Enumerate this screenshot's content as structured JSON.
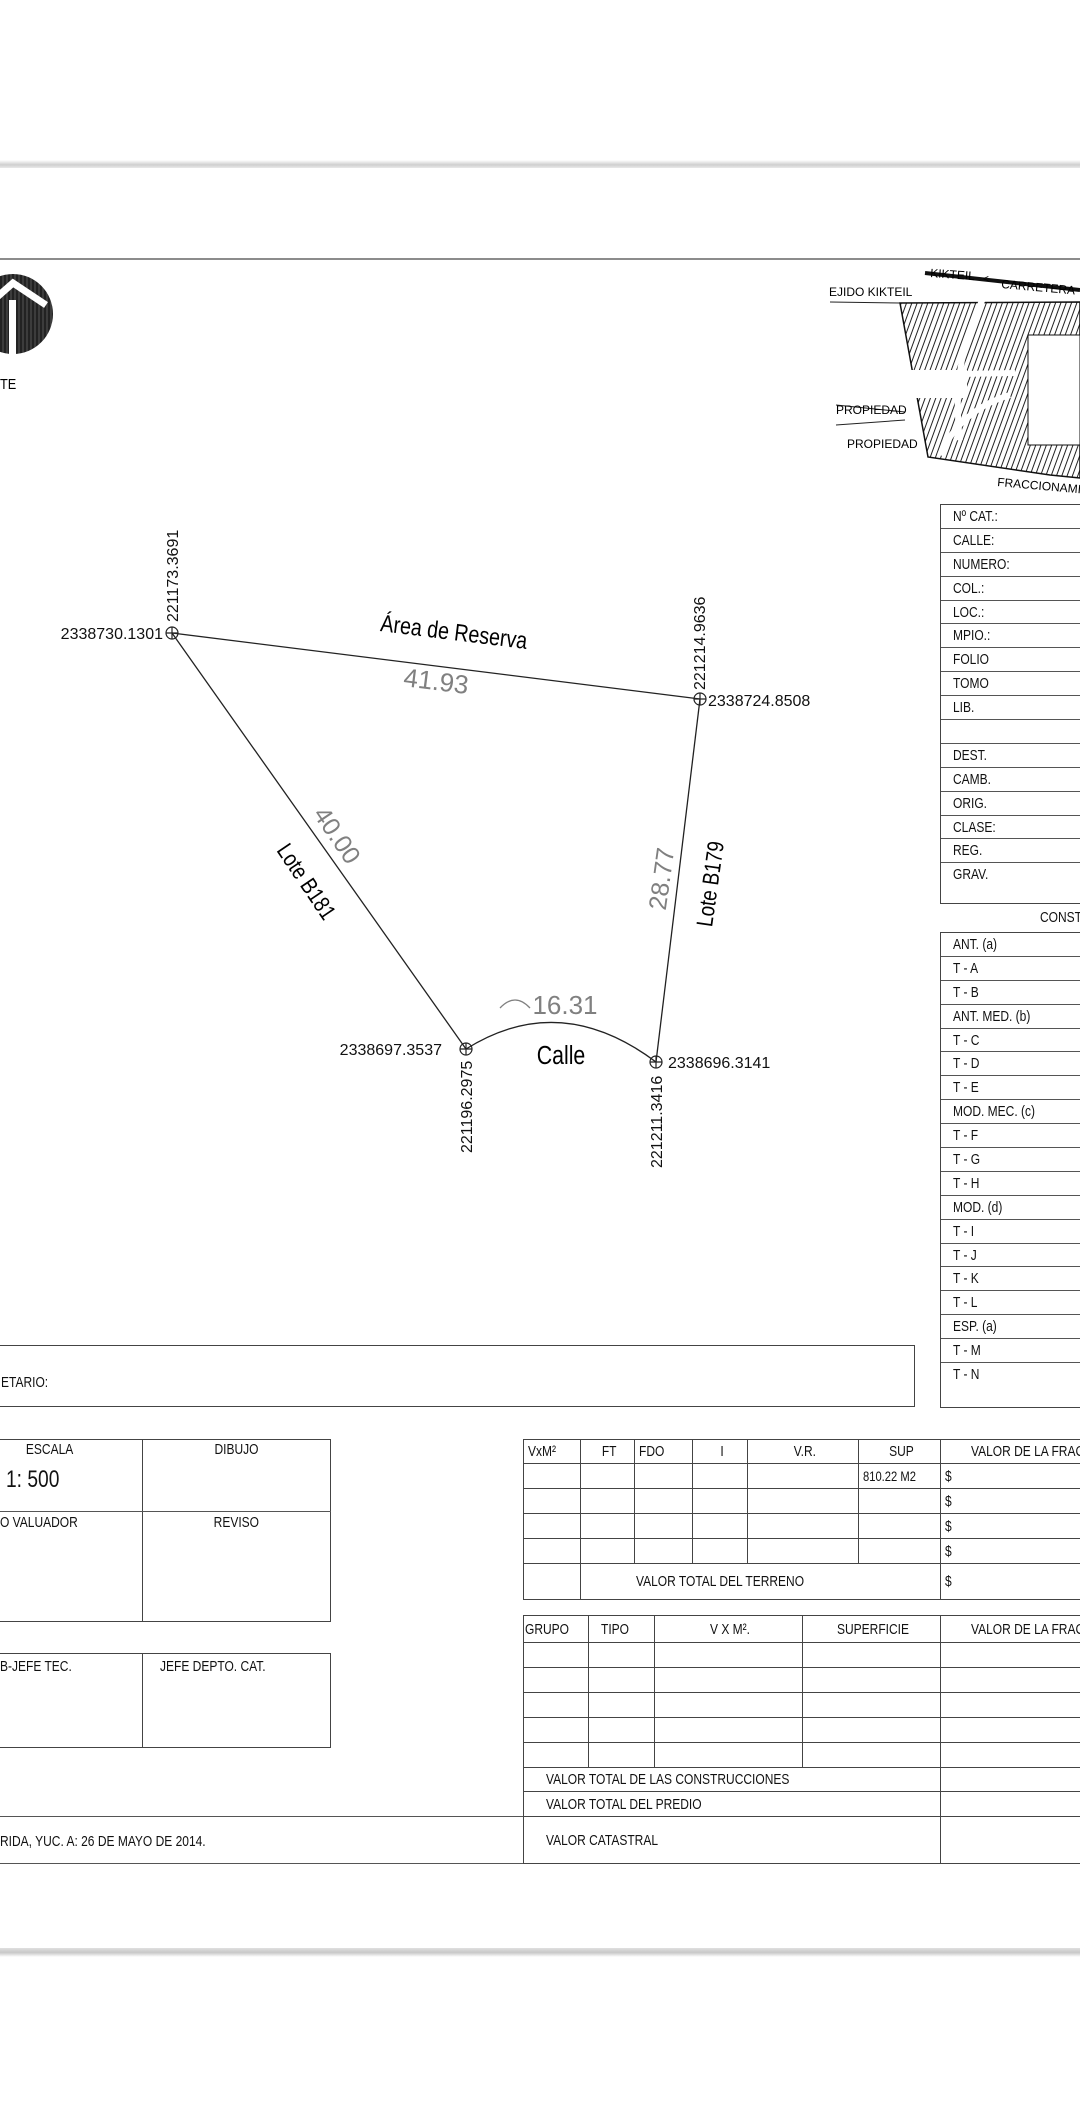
{
  "north": {
    "label": "TE"
  },
  "location_map": {
    "road_left": "KIKTEIL",
    "road_arrow": "<",
    "road_right": "CARRETERA",
    "ejido": "EJIDO KIKTEIL",
    "propiedad_1": "PROPIEDAD",
    "propiedad_2": "PROPIEDAD",
    "fraccionamiento": "FRACCIONAMI"
  },
  "plot": {
    "vertices": [
      {
        "north": "2338730.1301",
        "east": "221173.3691"
      },
      {
        "north": "2338724.8508",
        "east": "221214.9636"
      },
      {
        "north": "2338697.3537",
        "east": "221196.2975"
      },
      {
        "north": "2338696.3141",
        "east": "221211.3416"
      }
    ],
    "sides": {
      "top": {
        "name": "Área de Reserva",
        "length": "41.93"
      },
      "left": {
        "name": "Lote B181",
        "length": "40.00"
      },
      "right": {
        "name": "Lote B179",
        "length": "28.77"
      },
      "bottom": {
        "name": "Calle",
        "length": "16.31"
      }
    },
    "colors": {
      "dimension": "#808080",
      "line": "#222222"
    }
  },
  "info_table": [
    "Nº CAT.:",
    "CALLE:",
    "NUMERO:",
    "COL.:",
    "LOC.:",
    "MPIO.:",
    "FOLIO",
    "TOMO",
    "LIB.",
    "",
    "DEST.",
    "CAMB.",
    "ORIG.",
    "CLASE:",
    "REG.",
    "GRAV."
  ],
  "const_title": "CONST.",
  "const_table": [
    "ANT. (a)",
    "T - A",
    "T - B",
    "ANT. MED. (b)",
    "T - C",
    "T - D",
    "T - E",
    "MOD. MEC. (c)",
    "T - F",
    "T - G",
    "T - H",
    "MOD. (d)",
    "T - I",
    "T - J",
    "T - K",
    "T - L",
    "ESP. (a)",
    "T - M",
    "T - N"
  ],
  "owner": {
    "label": "ETARIO:"
  },
  "signatures": {
    "escala_label": "ESCALA",
    "escala_value": "1: 500",
    "dibujo": "DIBUJO",
    "valuador": "O VALUADOR",
    "reviso": "REVISO",
    "subjefe": "B-JEFE TEC.",
    "jefe": "JEFE DEPTO. CAT."
  },
  "date_line": "RIDA, YUC. A: 26 DE MAYO DE 2014.",
  "land_table": {
    "headers": [
      "VxM²",
      "FT",
      "FDO",
      "I",
      "V.R.",
      "SUP",
      "VALOR DE LA FRACC"
    ],
    "sup_value": "810.22 M2",
    "currency": "$",
    "total_label": "VALOR TOTAL DEL TERRENO"
  },
  "construction_table": {
    "headers": [
      "GRUPO",
      "TIPO",
      "V  X  M².",
      "SUPERFICIE",
      "VALOR DE LA FRACC"
    ],
    "total_construcciones": "VALOR TOTAL DE LAS CONSTRUCCIONES",
    "total_predio": "VALOR TOTAL DEL PREDIO",
    "valor_catastral": "VALOR CATASTRAL"
  }
}
